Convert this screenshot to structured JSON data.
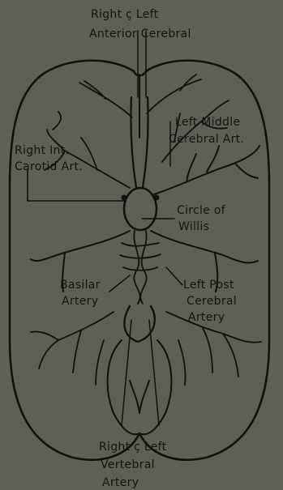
{
  "labels": {
    "anterior_cerebral": [
      "Right ç Left",
      "Anterior Cerebral"
    ],
    "left_middle_cerebral": [
      "Left Middle",
      "Cerebral Art."
    ],
    "right_internal_carotid": [
      "Right Int.",
      "Carotid Art."
    ],
    "circle_of_willis": [
      "Circle of",
      "Willis"
    ],
    "basilar_artery": [
      "Basilar",
      "Artery"
    ],
    "left_posterior_cerebral": [
      "Left Post",
      "Cerebral",
      "Artery"
    ],
    "vertebral": [
      "Right ç Left",
      "Vertebral",
      "Artery"
    ]
  },
  "colors": {
    "background": "#5f5f55",
    "ink": "#111111",
    "text": "#141414"
  }
}
